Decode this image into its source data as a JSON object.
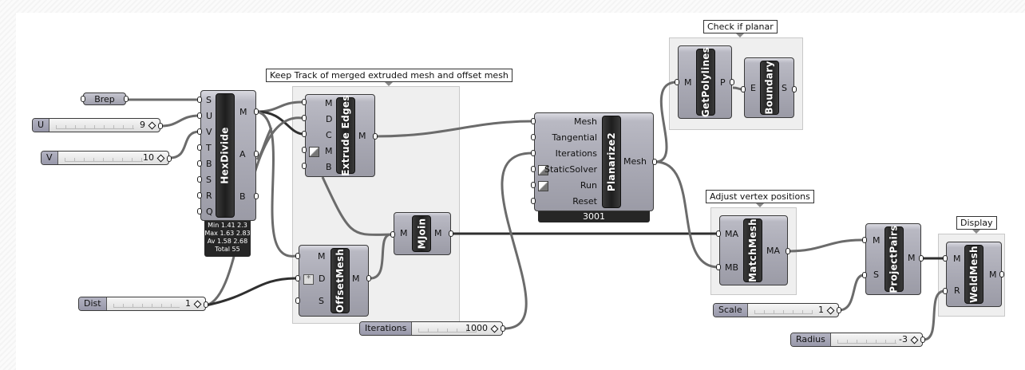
{
  "groups": {
    "keep_track": "Keep Track of merged extruded mesh and offset mesh",
    "check_planar": "Check if planar",
    "adjust_vertex": "Adjust vertex positions",
    "display": "Display"
  },
  "params": {
    "brep": "Brep"
  },
  "sliders": {
    "u": {
      "label": "U",
      "value": "9"
    },
    "v": {
      "label": "V",
      "value": "10"
    },
    "dist": {
      "label": "Dist",
      "value": "1"
    },
    "iterations": {
      "label": "Iterations",
      "value": "1000"
    },
    "scale": {
      "label": "Scale",
      "value": "1"
    },
    "radius": {
      "label": "Radius",
      "value": "-3"
    }
  },
  "components": {
    "hexdivide": {
      "title": "HexDivide",
      "inputs": [
        "S",
        "U",
        "V",
        "T",
        "B",
        "S",
        "R",
        "Q"
      ],
      "outputs": [
        "M",
        "A",
        "B"
      ],
      "message": [
        "Min 1.41 2.3",
        "Max 1.63 2.83",
        "Av 1.58 2.68",
        "Total 55"
      ]
    },
    "extrude_edges": {
      "title": "Extrude Edges",
      "inputs": [
        "M",
        "D",
        "C",
        "M",
        "B"
      ],
      "outputs": [
        "M"
      ]
    },
    "offsetmesh": {
      "title": "OffsetMesh",
      "inputs": [
        "M",
        "D",
        "S"
      ],
      "outputs": [
        "M"
      ]
    },
    "mjoin": {
      "title": "MJoin",
      "inputs": [
        "M"
      ],
      "outputs": [
        "M"
      ]
    },
    "planarize2": {
      "title": "Planarize2",
      "inputs": [
        "Mesh",
        "Tangential",
        "Iterations",
        "StaticSolver",
        "Run",
        "Reset"
      ],
      "outputs": [
        "Mesh"
      ],
      "message": "3001"
    },
    "getpolylines": {
      "title": "GetPolylines",
      "inputs": [
        "M"
      ],
      "outputs": [
        "P"
      ]
    },
    "boundary": {
      "title": "Boundary",
      "inputs": [
        "E"
      ],
      "outputs": [
        "S"
      ]
    },
    "matchmesh": {
      "title": "MatchMesh",
      "inputs": [
        "MA",
        "MB"
      ],
      "outputs": [
        "MA"
      ]
    },
    "projectpairs": {
      "title": "ProjectPairs",
      "inputs": [
        "M",
        "S"
      ],
      "outputs": [
        "M"
      ]
    },
    "weldmesh": {
      "title": "WeldMesh",
      "inputs": [
        "M",
        "R"
      ],
      "outputs": [
        "M"
      ]
    }
  },
  "colors": {
    "wire": "#6b6b6b",
    "wire_selected": "#2f2f2f",
    "group_fill": "#efefef",
    "node_body": "#a7a7b2",
    "node_title": "#2a2a2a"
  }
}
